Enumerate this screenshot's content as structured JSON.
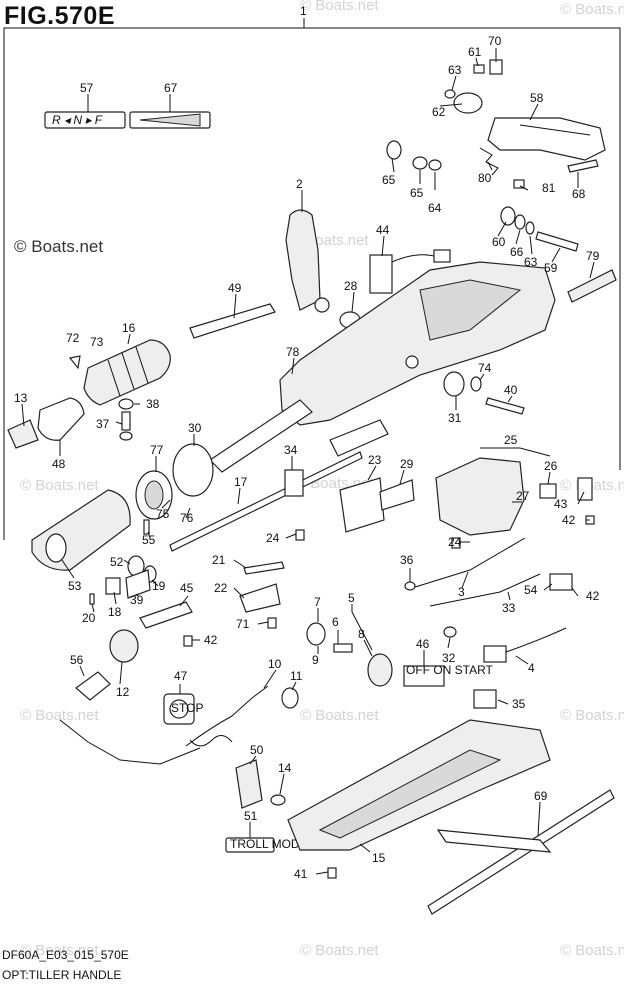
{
  "figure": {
    "title": "FIG.570E",
    "code": "DF60A_E03_015_570E",
    "subtitle": "OPT:TILLER HANDLE",
    "watermark": "© Boats.net",
    "watermark_small": "Boats.net"
  },
  "plate_57": "R ◂ N ▸ F",
  "plate_46": "OFF ON START",
  "plate_47": "STOP",
  "plate_51": "TROLL MODE",
  "callouts": [
    {
      "n": "1"
    },
    {
      "n": "70"
    },
    {
      "n": "61"
    },
    {
      "n": "63"
    },
    {
      "n": "62"
    },
    {
      "n": "58"
    },
    {
      "n": "57"
    },
    {
      "n": "67"
    },
    {
      "n": "65"
    },
    {
      "n": "65"
    },
    {
      "n": "64"
    },
    {
      "n": "80"
    },
    {
      "n": "81"
    },
    {
      "n": "68"
    },
    {
      "n": "2"
    },
    {
      "n": "44"
    },
    {
      "n": "60"
    },
    {
      "n": "66"
    },
    {
      "n": "63"
    },
    {
      "n": "59"
    },
    {
      "n": "79"
    },
    {
      "n": "49"
    },
    {
      "n": "28"
    },
    {
      "n": "72"
    },
    {
      "n": "73"
    },
    {
      "n": "16"
    },
    {
      "n": "78"
    },
    {
      "n": "74"
    },
    {
      "n": "13"
    },
    {
      "n": "38"
    },
    {
      "n": "40"
    },
    {
      "n": "37"
    },
    {
      "n": "31"
    },
    {
      "n": "25"
    },
    {
      "n": "30"
    },
    {
      "n": "48"
    },
    {
      "n": "77"
    },
    {
      "n": "34"
    },
    {
      "n": "23"
    },
    {
      "n": "29"
    },
    {
      "n": "26"
    },
    {
      "n": "17"
    },
    {
      "n": "27"
    },
    {
      "n": "43"
    },
    {
      "n": "42"
    },
    {
      "n": "75"
    },
    {
      "n": "76"
    },
    {
      "n": "24"
    },
    {
      "n": "24"
    },
    {
      "n": "55"
    },
    {
      "n": "52"
    },
    {
      "n": "19"
    },
    {
      "n": "53"
    },
    {
      "n": "21"
    },
    {
      "n": "36"
    },
    {
      "n": "18"
    },
    {
      "n": "39"
    },
    {
      "n": "45"
    },
    {
      "n": "22"
    },
    {
      "n": "3"
    },
    {
      "n": "54"
    },
    {
      "n": "42"
    },
    {
      "n": "20"
    },
    {
      "n": "71"
    },
    {
      "n": "33"
    },
    {
      "n": "7"
    },
    {
      "n": "5"
    },
    {
      "n": "42"
    },
    {
      "n": "6"
    },
    {
      "n": "8"
    },
    {
      "n": "46"
    },
    {
      "n": "32"
    },
    {
      "n": "9"
    },
    {
      "n": "56"
    },
    {
      "n": "4"
    },
    {
      "n": "47"
    },
    {
      "n": "10"
    },
    {
      "n": "11"
    },
    {
      "n": "12"
    },
    {
      "n": "35"
    },
    {
      "n": "50"
    },
    {
      "n": "14"
    },
    {
      "n": "69"
    },
    {
      "n": "51"
    },
    {
      "n": "15"
    },
    {
      "n": "41"
    }
  ]
}
